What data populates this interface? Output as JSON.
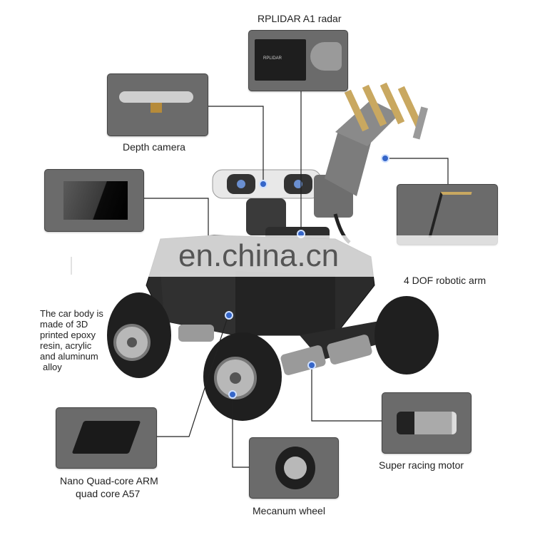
{
  "labels": {
    "lidar": "RPLIDAR A1 radar",
    "depth_camera": "Depth camera",
    "robotic_arm": "4 DOF robotic arm",
    "car_body": [
      "The car body is",
      "made of 3D",
      "printed epoxy",
      "resin, acrylic",
      "and aluminum",
      "alloy"
    ],
    "nano": [
      "Nano Quad-core ARM",
      "quad core A57"
    ],
    "motor": "Super racing motor",
    "mecanum": "Mecanum wheel",
    "lidar_device_text": "RPLIDAR"
  },
  "watermark": "en.china.cn",
  "colors": {
    "callout_bg": "#6b6b6b",
    "robot_body": "#2b2b2b",
    "accent_dot": "#3566c9"
  }
}
